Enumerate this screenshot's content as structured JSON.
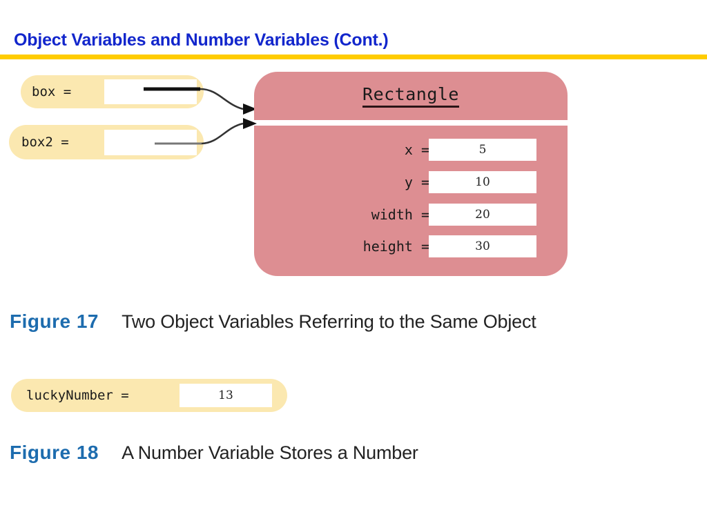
{
  "slide": {
    "title": "Object Variables and Number Variables (Cont.)",
    "title_color": "#1226cc",
    "rule_color": "#ffcc00"
  },
  "figure17": {
    "object_box": {
      "class_name": "Rectangle",
      "fill_color": "#dd8e92",
      "fields": [
        {
          "label": "x =",
          "value": "5"
        },
        {
          "label": "y =",
          "value": "10"
        },
        {
          "label": "width =",
          "value": "20"
        },
        {
          "label": "height =",
          "value": "30"
        }
      ]
    },
    "variables": [
      {
        "name": "box =",
        "value": "",
        "arrow": "points-to-rectangle",
        "line_color": "#111111"
      },
      {
        "name": "box2 =",
        "value": "",
        "arrow": "points-to-rectangle",
        "line_color": "#777777"
      }
    ],
    "pill_color": "#fbe8b0",
    "caption": {
      "number": "Figure 17",
      "text": "Two Object Variables Referring to the Same Object",
      "number_color": "#1d6cae"
    }
  },
  "figure18": {
    "variable": {
      "name": "luckyNumber =",
      "value": "13"
    },
    "pill_color": "#fbe8b0",
    "caption": {
      "number": "Figure 18",
      "text": "A Number Variable Stores a Number",
      "number_color": "#1d6cae"
    }
  }
}
